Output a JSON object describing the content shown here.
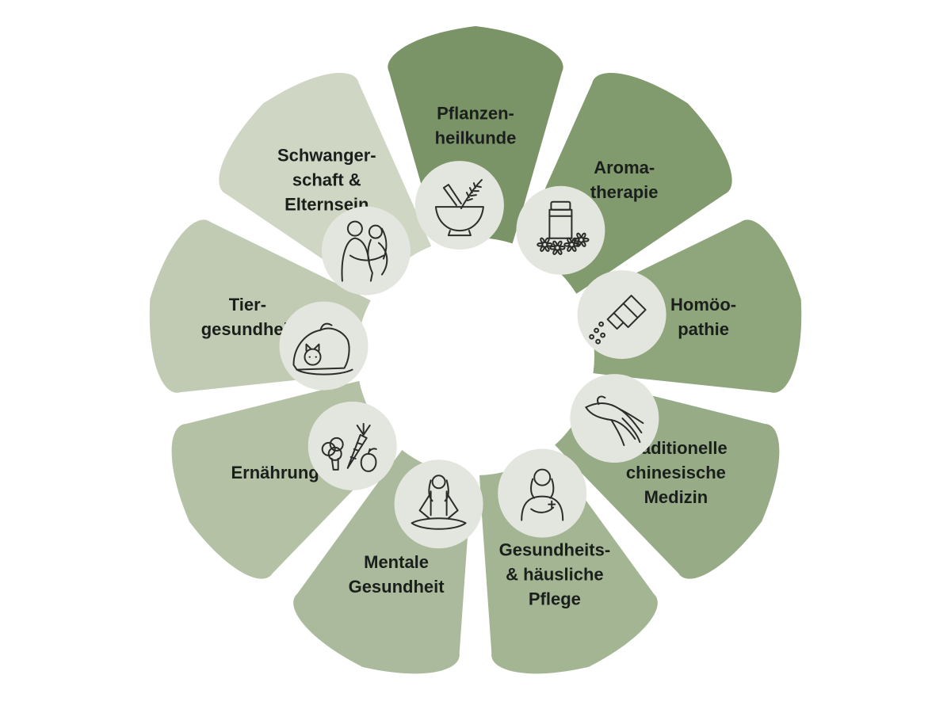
{
  "diagram": {
    "segments": [
      {
        "id": "pflanzenheilkunde",
        "lines": [
          "Pflanzen-",
          "heilkunde"
        ],
        "color": "#7a9468",
        "icon": "mortar-pestle-herbs-icon"
      },
      {
        "id": "aromatherapie",
        "lines": [
          "Aroma-",
          "therapie"
        ],
        "color": "#819b6f",
        "icon": "essential-oil-flowers-icon"
      },
      {
        "id": "homoeopathie",
        "lines": [
          "Homöo-",
          "pathie"
        ],
        "color": "#8fa67d",
        "icon": "globules-bottle-icon"
      },
      {
        "id": "tcm",
        "lines": [
          "Traditionelle",
          "chinesische",
          "Medizin"
        ],
        "color": "#97ab87",
        "icon": "ginseng-root-icon"
      },
      {
        "id": "pflege",
        "lines": [
          "Gesundheits-",
          "& häusliche",
          "Pflege"
        ],
        "color": "#a4b594",
        "icon": "nurse-icon"
      },
      {
        "id": "mentale-gesundheit",
        "lines": [
          "Mentale",
          "Gesundheit"
        ],
        "color": "#abba9c",
        "icon": "meditating-woman-icon"
      },
      {
        "id": "ernaehrung",
        "lines": [
          "Ernährung"
        ],
        "color": "#b4c1a5",
        "icon": "vegetables-fruit-icon"
      },
      {
        "id": "tiergesundheit",
        "lines": [
          "Tier-",
          "gesundheit"
        ],
        "color": "#c1cbb3",
        "icon": "dog-cat-icon"
      },
      {
        "id": "schwangerschaft",
        "lines": [
          "Schwanger-",
          "schaft &",
          "Elternsein"
        ],
        "color": "#cfd6c3",
        "icon": "expecting-parents-icon"
      }
    ],
    "icon_circle_color": "#e3e6de"
  }
}
